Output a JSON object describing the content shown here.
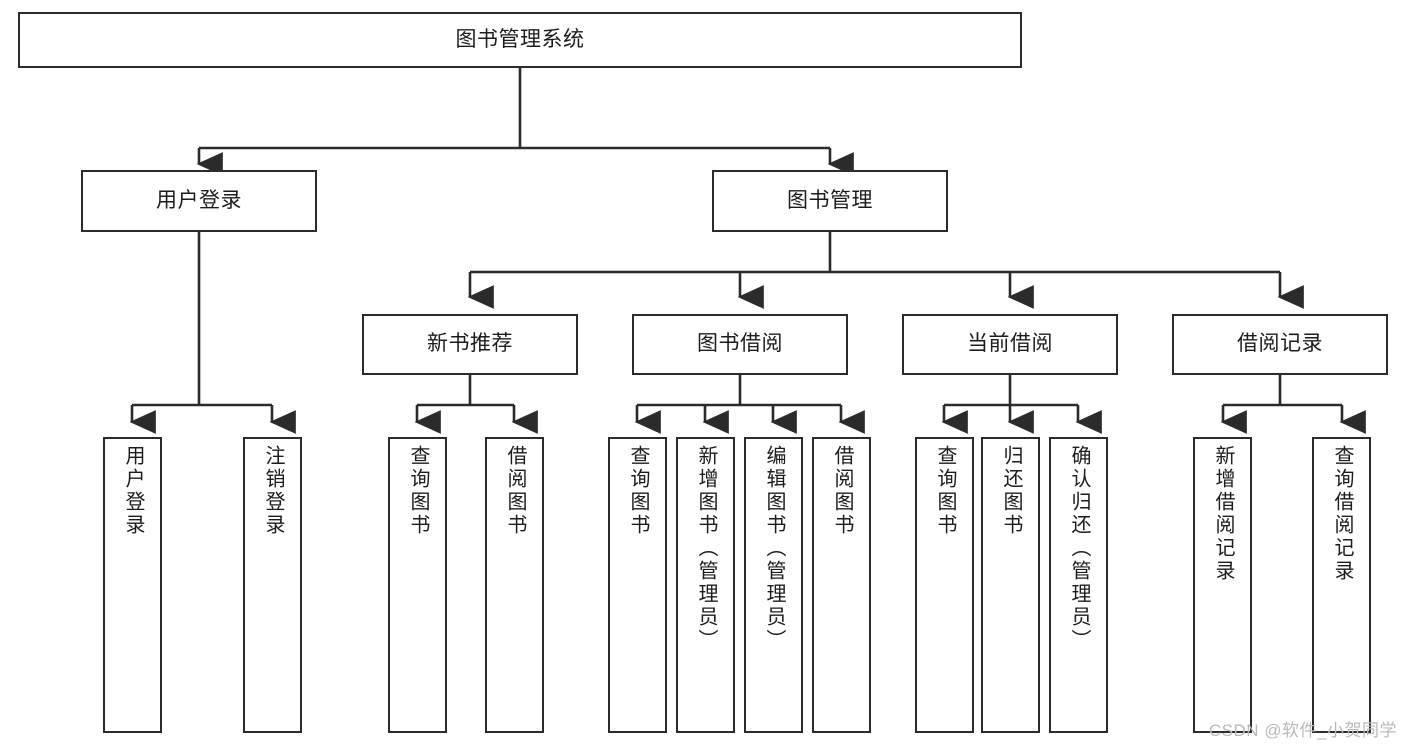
{
  "diagram": {
    "title": "图书管理系统",
    "type": "tree-hierarchy-diagram",
    "watermark": "CSDN @软件_小贺同学",
    "colors": {
      "background": "#ffffff",
      "box_border": "#2b2b2b",
      "edge_line": "#2b2b2b",
      "text": "#1c1c1c",
      "watermark": "#b9b9b9"
    },
    "root": {
      "label": "图书管理系统"
    },
    "level2": [
      {
        "label": "用户登录"
      },
      {
        "label": "图书管理"
      }
    ],
    "level3": [
      {
        "label": "新书推荐"
      },
      {
        "label": "图书借阅"
      },
      {
        "label": "当前借阅"
      },
      {
        "label": "借阅记录"
      }
    ],
    "leaves": {
      "user_login": [
        {
          "label": "用户登录"
        },
        {
          "label": "注销登录"
        }
      ],
      "new_book_recommend": [
        {
          "label": "查询图书"
        },
        {
          "label": "借阅图书"
        }
      ],
      "book_borrow": [
        {
          "label": "查询图书"
        },
        {
          "label": "新增图书（管理员）"
        },
        {
          "label": "编辑图书（管理员）"
        },
        {
          "label": "借阅图书"
        }
      ],
      "current_borrow": [
        {
          "label": "查询图书"
        },
        {
          "label": "归还图书"
        },
        {
          "label": "确认归还（管理员）"
        }
      ],
      "borrow_record": [
        {
          "label": "新增借阅记录"
        },
        {
          "label": "查询借阅记录"
        }
      ]
    }
  }
}
